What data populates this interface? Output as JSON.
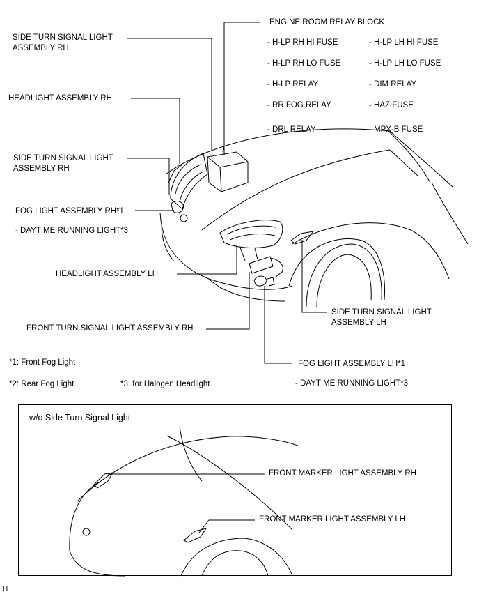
{
  "labels": {
    "engine_room_relay_block": "ENGINE ROOM RELAY BLOCK",
    "fuse_items": [
      "- H-LP RH HI FUSE",
      "- H-LP LH HI FUSE",
      "- H-LP RH LO FUSE",
      "- H-LP LH LO FUSE",
      "- H-LP RELAY",
      "- DIM RELAY",
      "- RR FOG RELAY",
      "- HAZ FUSE",
      "- DRL RELAY",
      "- MPX-B FUSE"
    ],
    "side_turn_rh_top": "SIDE TURN SIGNAL LIGHT\nASSEMBLY RH",
    "headlight_rh": "HEADLIGHT ASSEMBLY RH",
    "side_turn_rh_mid": "SIDE TURN SIGNAL LIGHT\nASSEMBLY RH",
    "fog_light_rh": "FOG LIGHT ASSEMBLY RH*1",
    "drl_rh": "- DAYTIME RUNNING LIGHT*3",
    "headlight_lh": "HEADLIGHT ASSEMBLY LH",
    "side_turn_lh": "SIDE TURN SIGNAL LIGHT\nASSEMBLY LH",
    "front_turn_rh": "FRONT TURN SIGNAL LIGHT ASSEMBLY RH",
    "fog_light_lh": "FOG LIGHT ASSEMBLY LH*1",
    "drl_lh": "- DAYTIME RUNNING LIGHT*3"
  },
  "notes": {
    "note1": "*1: Front Fog Light",
    "note2": "*2: Rear Fog Light",
    "note3": "*3: for Halogen Headlight"
  },
  "inset": {
    "title": "w/o Side Turn Signal Light",
    "marker_rh": "FRONT MARKER LIGHT ASSEMBLY RH",
    "marker_lh": "FRONT MARKER LIGHT ASSEMBLY LH"
  },
  "corner_mark": "H"
}
